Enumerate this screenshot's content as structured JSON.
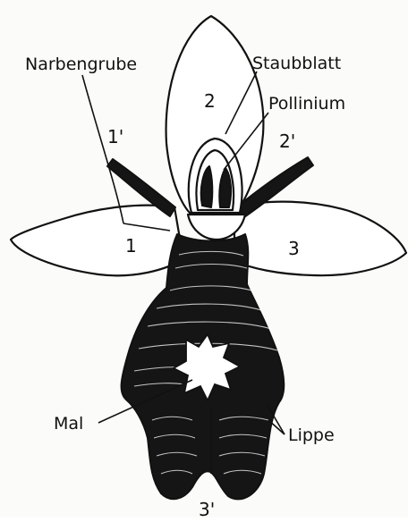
{
  "labels": {
    "narbengrube": "Narbengrube",
    "staubblatt": "Staubblatt",
    "pollinium": "Pollinium",
    "mal": "Mal",
    "lippe": "Lippe"
  },
  "numbers": {
    "n2": "2",
    "n2p": "2'",
    "n1p": "1'",
    "n1": "1",
    "n3": "3",
    "n3p": "3'"
  }
}
